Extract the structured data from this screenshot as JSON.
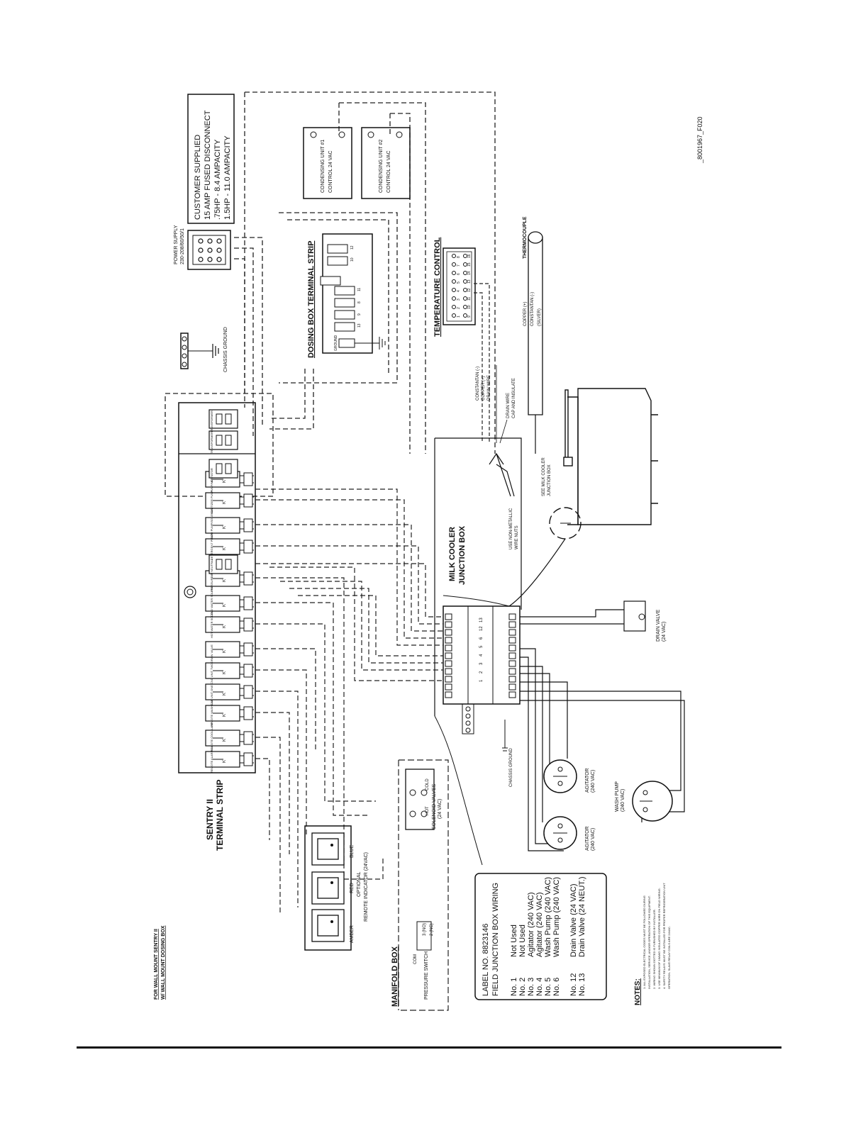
{
  "drawing_id": "_8001967_F020",
  "header_note": {
    "line1": "FOR WALL MOUNT SENTRY II",
    "line2": "W/ WALL MOUNT DOSING BOX"
  },
  "power_supply": {
    "label_line1": "POWER SUPPLY",
    "label_line2": "230-208/60/50/1",
    "customer_box": [
      "CUSTOMER SUPPLIED",
      "15 AMP FUSED DISCONNECT",
      ".75HP - 8.4 AMPACITY",
      "1.5HP - 11.0 AMPACITY"
    ]
  },
  "chassis_ground_top": "CHASSIS GROUND",
  "condensing_units": [
    {
      "line1": "CONDENSING UNIT #1",
      "line2": "CONTROL 24 VAC"
    },
    {
      "line1": "CONDENSING UNIT #2",
      "line2": "CONTROL 24 VAC"
    }
  ],
  "dosing_box": {
    "title": "DOSING BOX TERMINAL STRIP",
    "ground": "GROUND",
    "numbers": [
      "13",
      "9",
      "8",
      "11",
      "12",
      "10"
    ]
  },
  "temperature_control": {
    "title": "TEMPERATURE CONTROL",
    "top_numbers": [
      "1",
      "2",
      "3",
      "4",
      "5",
      "6",
      "7",
      "8"
    ],
    "bottom_numbers": [
      "9",
      "10",
      "11",
      "12",
      "13",
      "14",
      "15",
      "16"
    ]
  },
  "thermocouple": {
    "title": "THERMOCOUPLE",
    "copper": "COPPER (+)",
    "constantan": "CONSTANTAN (-)",
    "silver": "(SILVER)"
  },
  "drain_wire_notes": {
    "constantan": "CONSTANTAN (-)",
    "copper": "COPPER (+)",
    "drain": "DRAIN WIRE",
    "drain_cap1": "DRAIN WIRE",
    "drain_cap2": "CAP AND INSULATE"
  },
  "sentry_strip": {
    "title1": "SENTRY II",
    "title2": "TERMINAL STRIP",
    "terminals": [
      "REMOTE ALARM LAMP",
      "REMOTE COOL LAMP",
      "REMOTE WASH LAMP",
      "CND UNIT ONE",
      "CND UNIT TWO",
      "DRAIN VALVE",
      "HOT WATER SOLENOID",
      "COLD WATER SOLENOID",
      "PRESSURE SWITCH",
      "24V NEUTRAL",
      "DETERGENT PUMP/SOLENOID",
      "ACID PUMP/SOLENOID",
      "SANITIZER PUMP",
      "PUMP/MOTOR",
      "AGITATOR",
      "TRANSFORMER",
      "TRANSFORMER"
    ],
    "relay_letter": "K"
  },
  "remote_indicator": {
    "lamps": [
      "AMBER",
      "RED",
      "BLUE"
    ],
    "caption1": "OPTIONAL",
    "caption2": "REMOTE INDICATOR (24VAC)"
  },
  "manifold_box": {
    "title": "MANIFOLD BOX",
    "switch": "PRESSURE SWITCH",
    "com": "COM",
    "no": "3 (NO)",
    "nc": "2 (NC)"
  },
  "solenoid_valves": {
    "hot": "HOT",
    "cold": "COLD",
    "caption1": "SOLENOID VALVES",
    "caption2": "(24 VAC)"
  },
  "junction_box": {
    "title1": "MILK COOLER",
    "title2": "JUNCTION BOX",
    "numbers": [
      "1",
      "2",
      "3",
      "4",
      "5",
      "6",
      "12",
      "13"
    ],
    "wire_nuts1": "USE NON-METALLIC",
    "wire_nuts2": "WIRE NUTS",
    "see1": "SEE MILK COOLER",
    "see2": "JUNCTION BOX",
    "chassis_ground": "CHASSIS GROUND"
  },
  "drain_valve": {
    "line1": "DRAIN VALVE",
    "line2": "(24 VAC)"
  },
  "motors": [
    {
      "line1": "AGITATOR",
      "line2": "(240 VAC)"
    },
    {
      "line1": "AGITATOR",
      "line2": "(240 VAC)"
    },
    {
      "line1": "WASH PUMP",
      "line2": "(240 VAC)"
    }
  ],
  "label_table": {
    "title1": "LABEL NO. 8823146",
    "title2": "FIELD JUNCTION BOX WIRING",
    "rows": [
      {
        "no": "No. 1",
        "desc": "Not Used"
      },
      {
        "no": "No. 2",
        "desc": "Not Used"
      },
      {
        "no": "No. 3",
        "desc": "Agitator (240 VAC)"
      },
      {
        "no": "No. 4",
        "desc": "Agitator (240 VAC)"
      },
      {
        "no": "No. 5",
        "desc": "Wash Pump (240 VAC)"
      },
      {
        "no": "No. 6",
        "desc": "Wash Pump (240 VAC)"
      },
      {
        "no": "No. 12",
        "desc": "Drain Valve (24 VAC)"
      },
      {
        "no": "No. 13",
        "desc": "Drain Valve (24 NEUT.)"
      }
    ]
  },
  "notes": {
    "title": "NOTES:",
    "lines": [
      "1. ALL EXPOSED ELECTRICAL CODES MUST BE FOLLOWED DURING",
      "INSTALLATION, SERVICE, AND/OR OPERATION OF THIS EQUIPMENT.",
      "2. WIRING SHOWN DOTTED IS FURNISHED BY INSTALLER.",
      "3. USE MINIMUM OF 16AWG INSULATED COPPER WIRE ON FIELD WIRING.",
      "4. SAFETY RELAYS MUST BE INSTALLED FOR PROPER REFRIGERATION UNIT",
      "OPERATION. SLAVE RELAY COILS ARE 24VAC."
    ]
  }
}
